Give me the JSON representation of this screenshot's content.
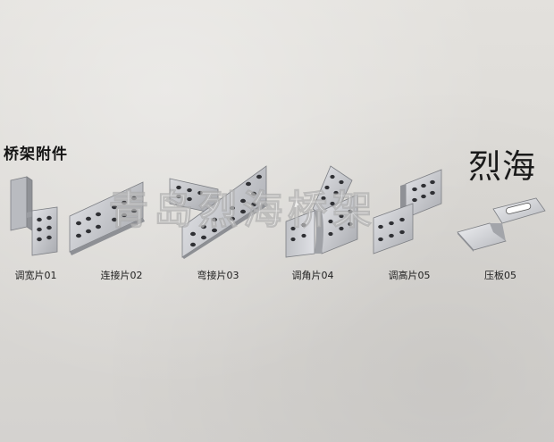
{
  "section_title": "桥架附件",
  "brand": "烈海",
  "watermark": "青岛烈海桥架",
  "parts": [
    {
      "label": "调宽片01",
      "icon": "adjustable-width-plate"
    },
    {
      "label": "连接片02",
      "icon": "straight-connection-plate"
    },
    {
      "label": "弯接片03",
      "icon": "bend-connection-plate"
    },
    {
      "label": "调角片04",
      "icon": "angle-adjust-plate"
    },
    {
      "label": "调高片05",
      "icon": "height-adjust-plate"
    },
    {
      "label": "压板05",
      "icon": "pressing-plate"
    }
  ],
  "colors": {
    "metal_light": "#cfd0d4",
    "metal_dark": "#9fa1a6",
    "hole": "#2f3034",
    "text": "#1e1e1e"
  }
}
